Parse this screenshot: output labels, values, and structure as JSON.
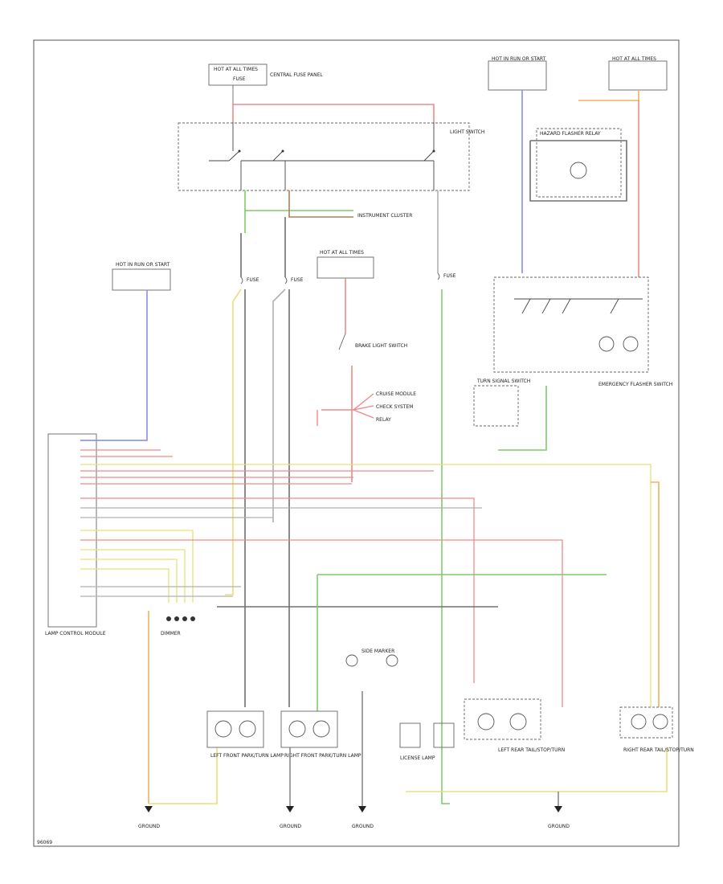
{
  "footer_code": "96069",
  "components": {
    "central_fuse_box_top": "HOT AT ALL TIMES",
    "central_fuse_box_top_fuse": "FUSE",
    "central_fuse_box_top_name": "CENTRAL FUSE PANEL",
    "light_switch": "LIGHT SWITCH",
    "hot_run_left": "HOT IN RUN OR START",
    "hot_run_right": "HOT IN RUN OR START",
    "hot_all_times_right": "HOT AT ALL TIMES",
    "hot_all_times_mid": "HOT AT ALL TIMES",
    "hazard_relay": "HAZARD FLASHER RELAY",
    "turn_signal_switch": "TURN SIGNAL SWITCH",
    "emergency_flasher_switch": "EMERGENCY FLASHER SWITCH",
    "instrument_cluster": "INSTRUMENT CLUSTER",
    "lamp_control_module": "LAMP CONTROL MODULE",
    "check_system": "CHECK SYSTEM",
    "brake_light_switch": "BRAKE LIGHT SWITCH",
    "left_front_lamp": "LEFT FRONT PARK/TURN LAMP",
    "right_front_lamp": "RIGHT FRONT PARK/TURN LAMP",
    "left_rear_lamp": "LEFT REAR TAIL/STOP/TURN",
    "right_rear_lamp": "RIGHT REAR TAIL/STOP/TURN",
    "license_lamp": "LICENSE LAMP",
    "side_marker": "SIDE MARKER",
    "ground_1": "GROUND",
    "ground_2": "GROUND",
    "ground_3": "GROUND",
    "ground_4": "GROUND",
    "fuse_label": "FUSE",
    "relay_label": "RELAY",
    "cruise_module": "CRUISE MODULE",
    "dimmer_label": "DIMMER"
  },
  "wire_colors": {
    "red": "#f08a8a",
    "green": "#7ecb6a",
    "blue": "#8c8cf0",
    "yellow": "#e8e07a",
    "orange": "#f0b060",
    "gray": "#707070",
    "light_gray": "#b0b0b0",
    "brown": "#b08050"
  }
}
